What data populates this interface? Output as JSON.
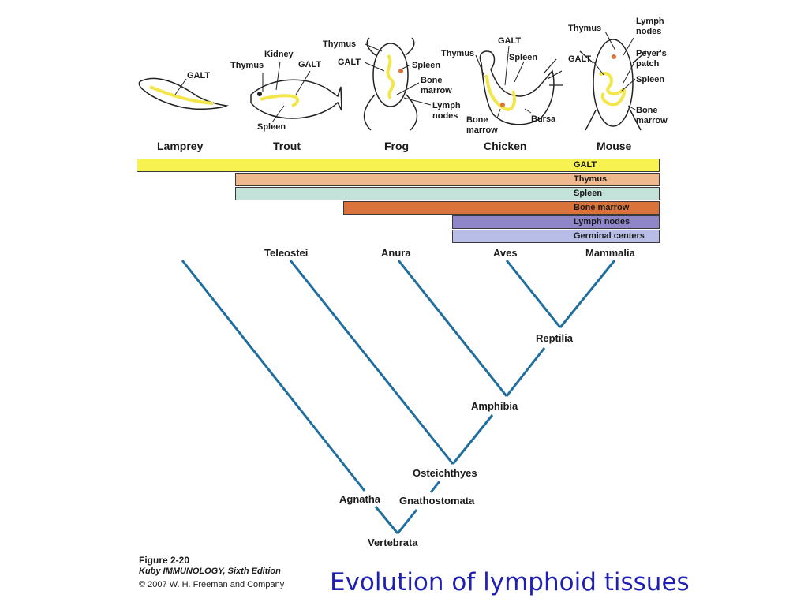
{
  "animals": {
    "lamprey": {
      "name": "Lamprey",
      "labels": [
        "GALT"
      ]
    },
    "trout": {
      "name": "Trout",
      "labels": [
        "Kidney",
        "Thymus",
        "GALT",
        "Spleen"
      ]
    },
    "frog": {
      "name": "Frog",
      "labels": [
        "Thymus",
        "GALT",
        "Spleen",
        "Bone",
        "marrow",
        "Lymph",
        "nodes"
      ]
    },
    "chicken": {
      "name": "Chicken",
      "labels": [
        "GALT",
        "Thymus",
        "Spleen",
        "Bone",
        "marrow",
        "Bursa"
      ]
    },
    "mouse": {
      "name": "Mouse",
      "labels": [
        "Thymus",
        "Lymph",
        "nodes",
        "GALT",
        "Peyer's",
        "patch",
        "Spleen",
        "Bone",
        "marrow"
      ]
    }
  },
  "bars": [
    {
      "label": "GALT",
      "color": "#f7f24f"
    },
    {
      "label": "Thymus",
      "color": "#f0b98d"
    },
    {
      "label": "Spleen",
      "color": "#c3e2da"
    },
    {
      "label": "Bone marrow",
      "color": "#d9733a"
    },
    {
      "label": "Lymph nodes",
      "color": "#8f86c9"
    },
    {
      "label": "Germinal centers",
      "color": "#b7bde6"
    }
  ],
  "tree": {
    "leaves": [
      "Teleostei",
      "Anura",
      "Aves",
      "Mammalia"
    ],
    "nodes": [
      "Reptilia",
      "Amphibia",
      "Osteichthyes",
      "Agnatha",
      "Gnathostomata",
      "Vertebrata"
    ],
    "line_color": "#1f6e9e"
  },
  "caption": {
    "figure": "Figure 2-20",
    "book": "Kuby IMMUNOLOGY, Sixth Edition",
    "copyright": "© 2007 W. H. Freeman and Company"
  },
  "title": "Evolution of lymphoid tissues"
}
